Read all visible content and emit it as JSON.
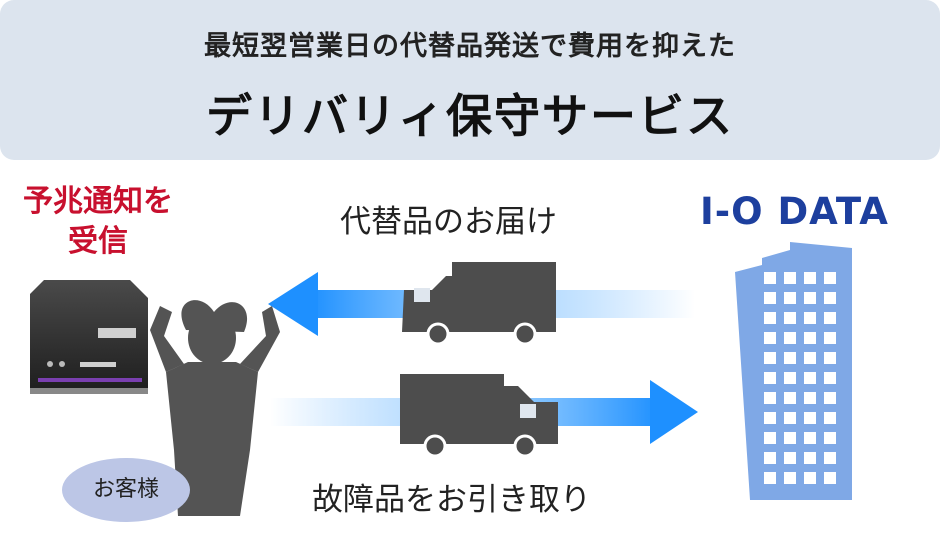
{
  "header": {
    "subtitle": "最短翌営業日の代替品発送で費用を抑えた",
    "title": "デリバリィ保守サービス"
  },
  "notice": {
    "line1": "予兆通知を",
    "line2": "受信"
  },
  "flows": {
    "delivery_label": "代替品のお届け",
    "pickup_label": "故障品をお引き取り"
  },
  "brand": {
    "name": "I-O DATA"
  },
  "customer": {
    "label": "お客様"
  },
  "colors": {
    "banner": "#dce4ee",
    "arrow": "#1e90ff",
    "brand": "#1d3f9e",
    "alert": "#c8102e",
    "building": "#7fa8e6"
  }
}
